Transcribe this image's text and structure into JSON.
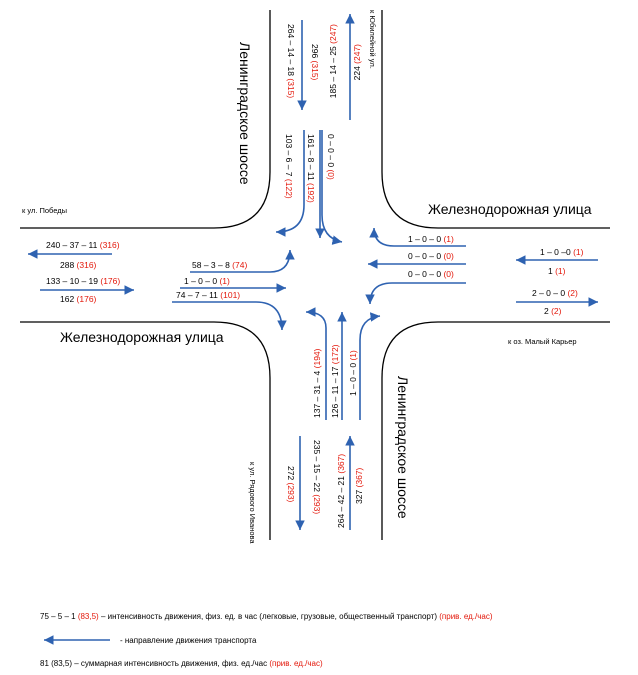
{
  "colors": {
    "arrow": "#2e62b1",
    "red": "#e3170a",
    "road": "#000000"
  },
  "streets": {
    "leningrad_north": "Ленинградское шоссе",
    "leningrad_south": "Ленинградское шоссе",
    "railway_east": "Железнодорожная улица",
    "railway_west": "Железнодорожная улица"
  },
  "destinations": {
    "north": "к Юбилейной ул.",
    "west": "к ул. Победы",
    "east": "к оз. Малый Карьер",
    "south": "к ул. Рядового Иванова"
  },
  "flows": {
    "north_in": {
      "text": "264 – 14 – 18 ",
      "red": "(315)"
    },
    "north_in_total": {
      "text": "296 ",
      "red": "(315)"
    },
    "north_out": {
      "text": "185 – 14 – 25 ",
      "red": "(247)"
    },
    "north_out_total": {
      "text": "224 ",
      "red": "(247)"
    },
    "n_right": {
      "text": "103 – 6 – 7 ",
      "red": "(122)"
    },
    "n_through": {
      "text": "161 – 8 – 11 ",
      "red": "(192)"
    },
    "n_left": {
      "text": "0 – 0 – 0 ",
      "red": "(0)"
    },
    "west_out": {
      "text": "240 – 37 – 11 ",
      "red": "(316)"
    },
    "west_out_total": {
      "text": "288 ",
      "red": "(316)"
    },
    "west_in": {
      "text": "133 – 10 – 19 ",
      "red": "(176)"
    },
    "west_in_total": {
      "text": "162 ",
      "red": "(176)"
    },
    "w_left": {
      "text": "58 – 3 – 8 ",
      "red": "(74)"
    },
    "w_through": {
      "text": "1 –  0 – 0 ",
      "red": "(1)"
    },
    "w_right": {
      "text": "74 – 7 – 11 ",
      "red": "(101)"
    },
    "east_in": {
      "text": "1 – 0 –0 ",
      "red": "(1)"
    },
    "east_in_total": {
      "text": "1 ",
      "red": "(1)"
    },
    "east_out": {
      "text": "2 – 0 – 0 ",
      "red": "(2)"
    },
    "east_out_total": {
      "text": "2 ",
      "red": "(2)"
    },
    "e_right": {
      "text": "1 – 0 – 0 ",
      "red": "(1)"
    },
    "e_through": {
      "text": "0 – 0 – 0 ",
      "red": "(0)"
    },
    "e_left": {
      "text": "0 – 0 – 0 ",
      "red": "(0)"
    },
    "s_left": {
      "text": "137 – 31 – 4 ",
      "red": "(194)"
    },
    "s_through": {
      "text": "126 – 11 – 17 ",
      "red": "(172)"
    },
    "s_right": {
      "text": "1 – 0 – 0 ",
      "red": "(1)"
    },
    "south_out": {
      "text": "235 – 15 – 22 ",
      "red": "(293)"
    },
    "south_out_total": {
      "text": "272 ",
      "red": "(293)"
    },
    "south_in": {
      "text": "264 – 42 – 21 ",
      "red": "(367)"
    },
    "south_in_total": {
      "text": "327 ",
      "red": "(367)"
    }
  },
  "legend": {
    "line1": "75 – 5 – 1 ",
    "line1_red": "(83,5)",
    "line1_rest": " – интенсивность движения, физ. ед. в час (легковые, грузовые, общественный транспорт) ",
    "line1_red2": "(прив. ед./час)",
    "line2": "- направление движения транспорта",
    "line3": "81 (83,5) – суммарная интенсивность движения, физ. ед./час ",
    "line3_red": "(прив. ед./час)"
  }
}
